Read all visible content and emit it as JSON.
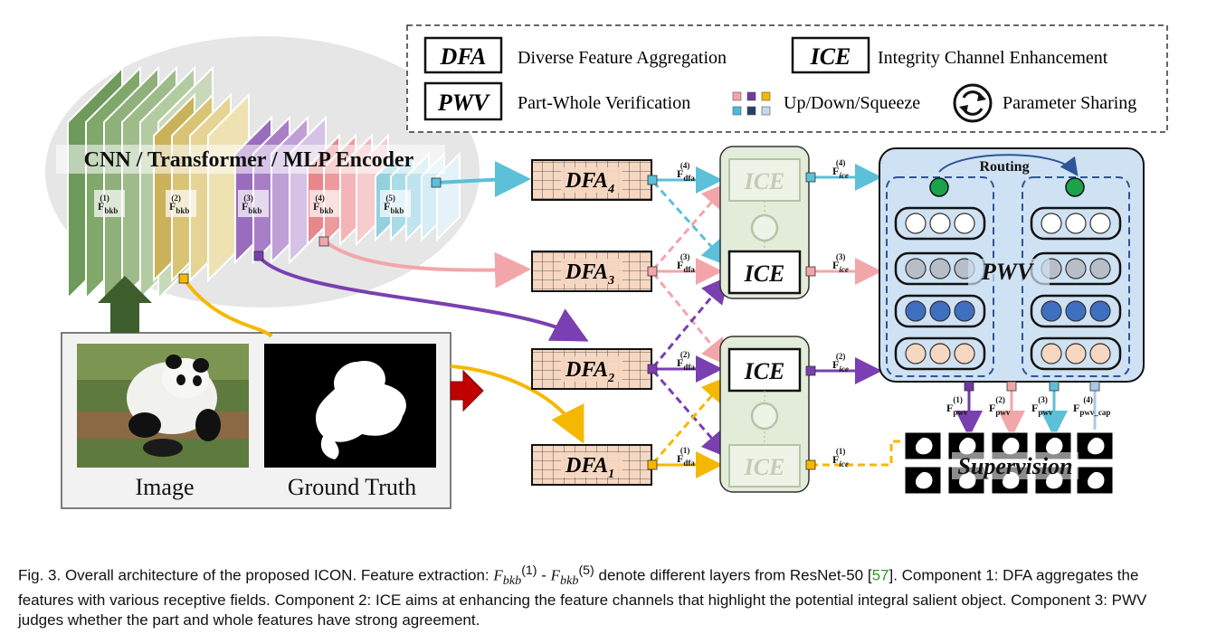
{
  "legend": {
    "dfa_box": "DFA",
    "dfa_desc": "Diverse Feature Aggregation",
    "ice_box": "ICE",
    "ice_desc": "Integrity Channel Enhancement",
    "pwv_box": "PWV",
    "pwv_desc": "Part-Whole Verification",
    "updown_desc": "Up/Down/Squeeze",
    "sharing_desc": "Parameter Sharing"
  },
  "encoder": {
    "title": "CNN / Transformer / MLP Encoder",
    "layers": [
      {
        "label": "F",
        "sub": "bkb",
        "sup": "(1)",
        "color": "#8fb07a"
      },
      {
        "label": "F",
        "sub": "bkb",
        "sup": "(2)",
        "color": "#d9c475"
      },
      {
        "label": "F",
        "sub": "bkb",
        "sup": "(3)",
        "color": "#a87fc7"
      },
      {
        "label": "F",
        "sub": "bkb",
        "sup": "(4)",
        "color": "#ee9a9c"
      },
      {
        "label": "F",
        "sub": "bkb",
        "sup": "(5)",
        "color": "#a9dbe8"
      }
    ]
  },
  "inputs": {
    "image_label": "Image",
    "gt_label": "Ground Truth"
  },
  "dfa_blocks": [
    {
      "name": "DFA",
      "sub": "4",
      "feat": "F",
      "feat_sub": "dfa",
      "feat_sup": "(4)"
    },
    {
      "name": "DFA",
      "sub": "3",
      "feat": "F",
      "feat_sub": "dfa",
      "feat_sup": "(3)"
    },
    {
      "name": "DFA",
      "sub": "2",
      "feat": "F",
      "feat_sub": "dfa",
      "feat_sup": "(2)"
    },
    {
      "name": "DFA",
      "sub": "1",
      "feat": "F",
      "feat_sub": "dfa",
      "feat_sup": "(1)"
    }
  ],
  "ice_blocks": [
    {
      "name": "ICE",
      "feat": "F",
      "feat_sub": "ice",
      "feat_sup": "(4)"
    },
    {
      "name": "ICE",
      "feat": "F",
      "feat_sub": "ice",
      "feat_sup": "(3)"
    },
    {
      "name": "ICE",
      "feat": "F",
      "feat_sub": "ice",
      "feat_sup": "(2)"
    },
    {
      "name": "ICE",
      "feat": "F",
      "feat_sub": "ice",
      "feat_sup": "(1)"
    }
  ],
  "pwv": {
    "label": "PWV",
    "routing": "Routing",
    "outputs": [
      {
        "feat": "F",
        "sub": "pwv",
        "sup": "(1)",
        "color": "#6d3aa0"
      },
      {
        "feat": "F",
        "sub": "pwv",
        "sup": "(2)",
        "color": "#f0a0a4"
      },
      {
        "feat": "F",
        "sub": "pwv",
        "sup": "(3)",
        "color": "#4bbad6"
      },
      {
        "feat": "F",
        "sub": "pwv_cap",
        "sup": "(4)",
        "color": "#a9c8e8"
      }
    ]
  },
  "supervision": "Supervision",
  "colors": {
    "layer1": "#f5b800",
    "layer2": "#7a3fb0",
    "layer3": "#f2a6aa",
    "layer4": "#5bc0d8",
    "ice_fill": "#e3ecd9",
    "pwv_fill": "#cfe2f3"
  },
  "caption": {
    "p1": "Fig. 3. Overall architecture of the proposed ICON. Feature extraction: ",
    "f1": "F",
    "f1_sub": "bkb",
    "f1_sup": "(1)",
    "dash": " - ",
    "f5": "F",
    "f5_sub": "bkb",
    "f5_sup": "(5)",
    "p2": " denote different layers from ResNet-50 [",
    "ref": "57",
    "p3": "]. Component 1: DFA aggregates the features with various receptive fields. Component 2: ICE aims at enhancing the feature channels that highlight the potential integral salient object. Component 3: PWV judges whether the part and whole features have strong agreement."
  }
}
